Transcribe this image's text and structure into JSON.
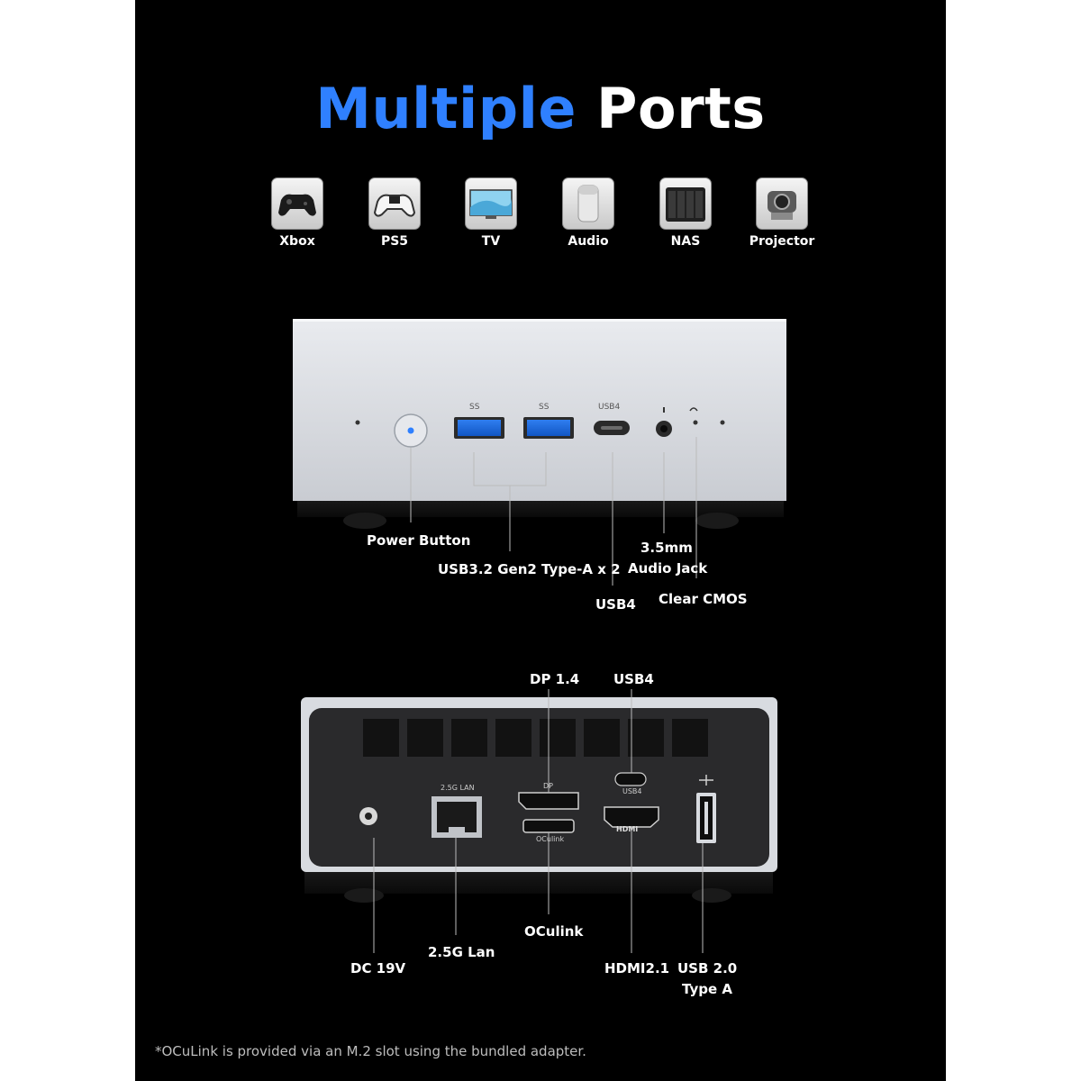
{
  "title": {
    "accent": "Multiple",
    "rest": "Ports"
  },
  "devices": [
    {
      "label": "Xbox",
      "icon": "xbox-controller-icon"
    },
    {
      "label": "PS5",
      "icon": "ps5-controller-icon"
    },
    {
      "label": "TV",
      "icon": "tv-icon"
    },
    {
      "label": "Audio",
      "icon": "speaker-icon"
    },
    {
      "label": "NAS",
      "icon": "nas-icon"
    },
    {
      "label": "Projector",
      "icon": "projector-icon"
    }
  ],
  "front": {
    "port_marks": {
      "usb3_a": "SS",
      "usb3_b": "SS",
      "usb4": "USB4"
    },
    "callouts": {
      "power": "Power Button",
      "usb32": "USB3.2 Gen2 Type-A x 2",
      "audio_line1": "3.5mm",
      "audio_line2": "Audio Jack",
      "usb4": "USB4",
      "cmos": "Clear CMOS"
    }
  },
  "rear": {
    "port_marks": {
      "lan": "2.5G LAN",
      "dp": "DP",
      "oculink": "OCulink",
      "usb4": "USB4",
      "hdmi": "HDMI"
    },
    "callouts": {
      "dp": "DP 1.4",
      "usb4": "USB4",
      "dc": "DC 19V",
      "lan": "2.5G Lan",
      "oculink": "OCulink",
      "hdmi": "HDMI2.1",
      "usb2_line1": "USB 2.0",
      "usb2_line2": "Type A"
    }
  },
  "footnote": "*OCuLink is provided via an M.2 slot using the bundled adapter.",
  "colors": {
    "accent": "#2f80ff",
    "background": "#000000",
    "silver": "#cfd2d7",
    "dark_panel": "#2a2a2c"
  }
}
